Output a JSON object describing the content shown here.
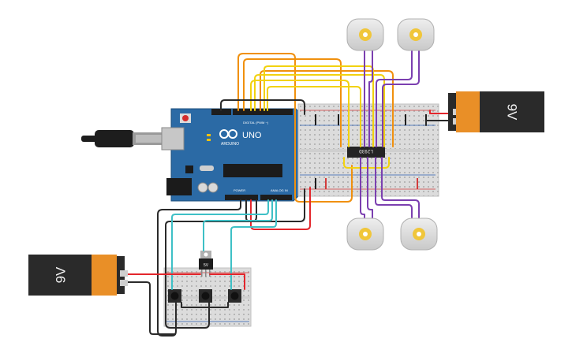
{
  "arduino": {
    "brand": "ARDUINO",
    "model": "UNO",
    "digital_label": "DIGITAL (PWM ~)",
    "power_label": "POWER",
    "analog_label": "ANALOG IN"
  },
  "batteries": [
    {
      "label": "9V",
      "orientation": "rotated-right"
    },
    {
      "label": "9V",
      "orientation": "rotated-left"
    }
  ],
  "motor_driver": {
    "label": "L293D"
  },
  "regulator": {
    "label": "5V"
  },
  "wire_colors": {
    "orange": "#f0900e",
    "yellow": "#f2d20f",
    "purple": "#7b3fb0",
    "red": "#e3262c",
    "black": "#2a2a2a",
    "teal": "#3ec0c6"
  },
  "icons": [
    "usb-cable-icon",
    "dc-motor-icon",
    "battery-icon",
    "breadboard-icon",
    "ic-chip-icon",
    "voltage-regulator-icon",
    "pushbutton-icon"
  ]
}
